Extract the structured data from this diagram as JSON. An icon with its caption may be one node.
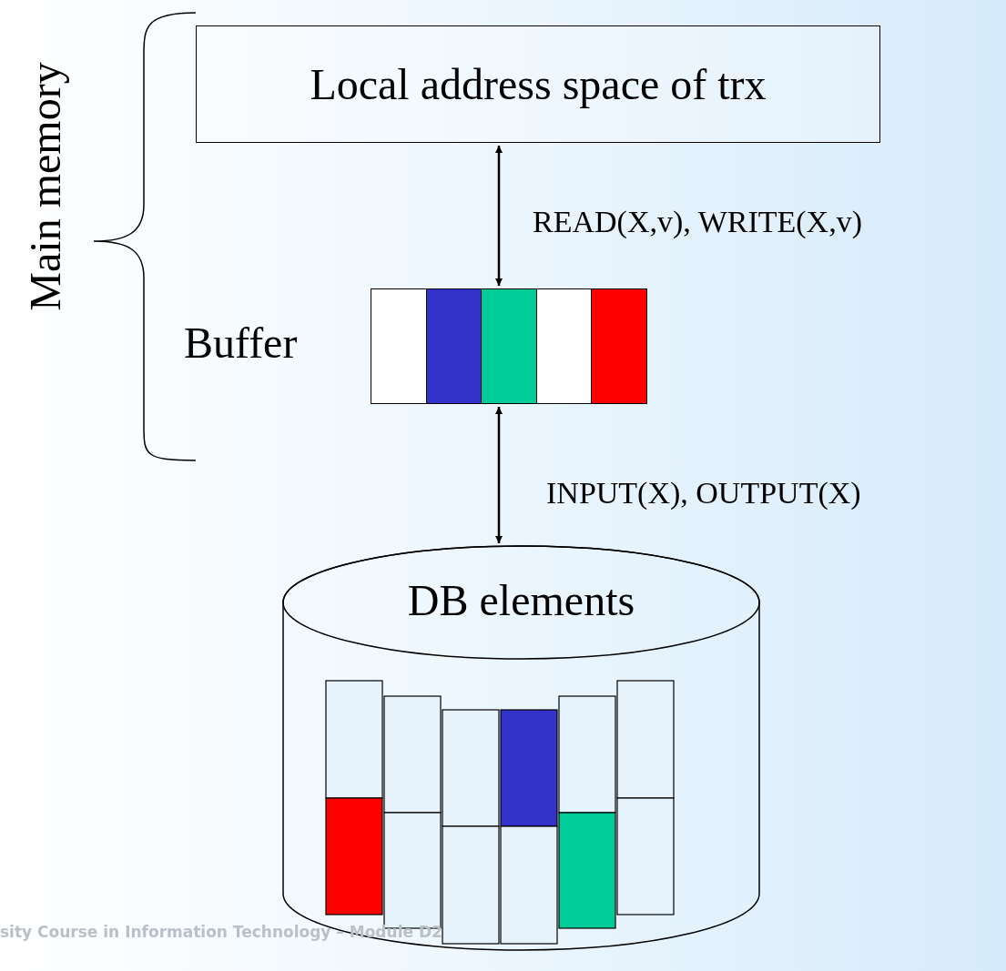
{
  "diagram": {
    "nodes": [
      {
        "text": [
          "Local address space of trx"
        ]
      },
      {
        "text": [],
        "shape": "box",
        "beside": [
          "Buffer"
        ]
      },
      {
        "text": [
          "DB elements"
        ]
      }
    ],
    "edges": [
      {
        "from": 0,
        "to": 1,
        "arrow": "both",
        "label": "READ(X,v), WRITE(X,v)"
      },
      {
        "from": 1,
        "to": 2,
        "arrow": "both",
        "label": "INPUT(X), OUTPUT(X)"
      }
    ],
    "labels": [
      "Main memory",
      "sity Course in Information Technology – Module D2"
    ]
  }
}
